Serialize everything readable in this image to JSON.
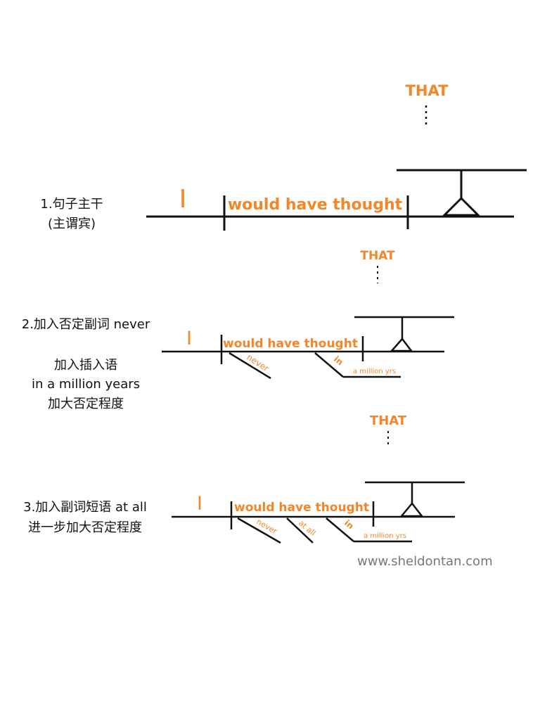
{
  "diagram": {
    "ink_color": "#111111",
    "annotation_color": "#F2872A",
    "watermark_color": "#777777"
  },
  "section1": {
    "caption_line1": "1.句子主干",
    "caption_line2": "(主谓宾)",
    "that": "THAT",
    "subject": "I",
    "verb_phrase": "would have thought"
  },
  "section2": {
    "caption_title": "2.加入否定副词 never",
    "caption_line1": "加入插入语",
    "caption_line2": "in a million years",
    "caption_line3": "加大否定程度",
    "that": "THAT",
    "subject": "I",
    "verb_phrase": "would have thought",
    "modifier_never": "never",
    "modifier_in": "in",
    "modifier_object": "a million yrs"
  },
  "section3": {
    "caption_line1": "3.加入副词短语 at all",
    "caption_line2": "进一步加大否定程度",
    "that": "THAT",
    "subject": "I",
    "verb_phrase": "would have thought",
    "modifier_never": "never",
    "modifier_at_all": "at all",
    "modifier_in": "in",
    "modifier_object": "a million yrs"
  },
  "watermark": "www.sheldontan.com"
}
